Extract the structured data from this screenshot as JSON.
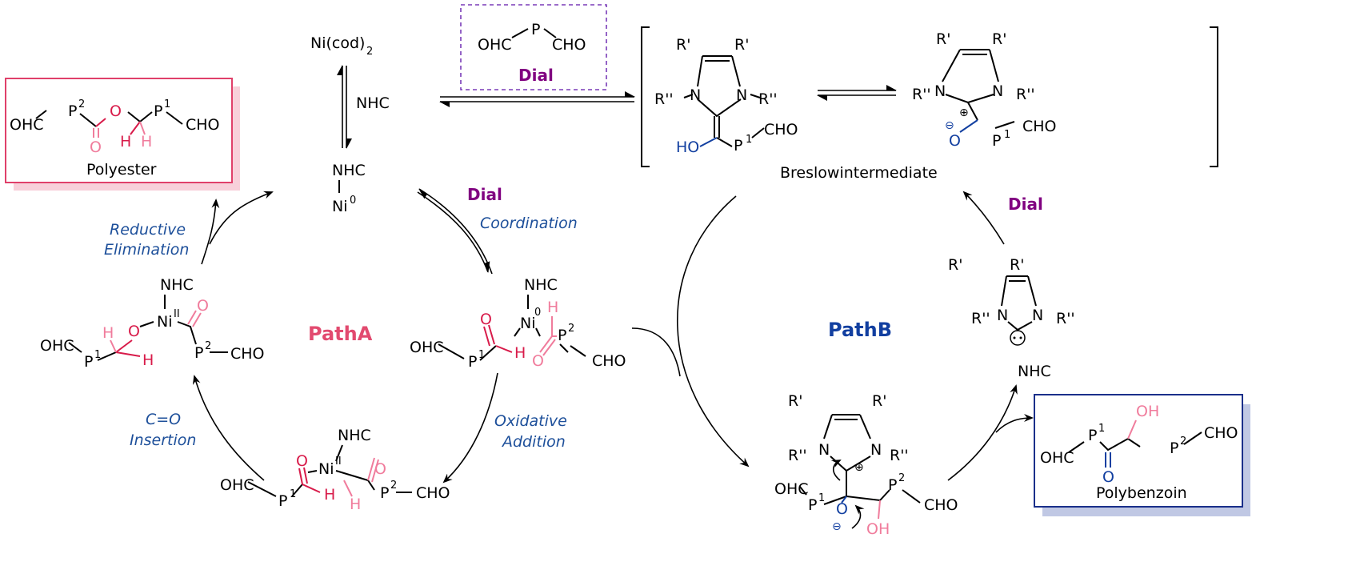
{
  "colors": {
    "red": "#d81b4a",
    "pink": "#f07c9c",
    "blue": "#123fa0",
    "purple": "#800080",
    "path_a": "#e24a6f",
    "label_blue": "#1d4f9a"
  },
  "catalyst": {
    "ni_cod": "Ni(cod)",
    "sub2": "2",
    "nhc_step": "NHC",
    "nhc": "NHC",
    "ni": "Ni",
    "ox0": "0"
  },
  "dial_box": {
    "ohc": "OHC",
    "p": "P",
    "cho": "CHO",
    "label": "Dial"
  },
  "breslow": {
    "r1": "R'",
    "r2": "R''",
    "n": "N",
    "ho": "HO",
    "o": "O",
    "p": "P",
    "sup1": "1",
    "cho": "CHO",
    "plus": "⊕",
    "minus": "⊖",
    "label": "Breslowintermediate"
  },
  "polyester": {
    "ohc": "OHC",
    "p": "P",
    "sup1": "1",
    "sup2": "2",
    "o": "O",
    "h": "H",
    "cho": "CHO",
    "label": "Polyester"
  },
  "path_a": {
    "label": "PathA",
    "reductive": [
      "Reductive",
      "Elimination"
    ],
    "dial": "Dial",
    "coordination": "Coordination",
    "oxidative": [
      "Oxidative",
      "Addition"
    ],
    "insertion": [
      "C=O",
      "Insertion"
    ]
  },
  "complex": {
    "nhc": "NHC",
    "ni": "Ni",
    "ox0": "0",
    "ox2": "II",
    "o": "O",
    "h": "H",
    "ohc": "OHC",
    "cho": "CHO",
    "p": "P",
    "sup1": "1",
    "sup2": "2"
  },
  "path_b": {
    "label": "PathB",
    "dial": "Dial",
    "nhc": "NHC",
    "oh": "OH"
  },
  "polybenzoin": {
    "oh": "OH",
    "o": "O",
    "ohc": "OHC",
    "cho": "CHO",
    "p": "P",
    "sup1": "1",
    "sup2": "2",
    "label": "Polybenzoin"
  }
}
